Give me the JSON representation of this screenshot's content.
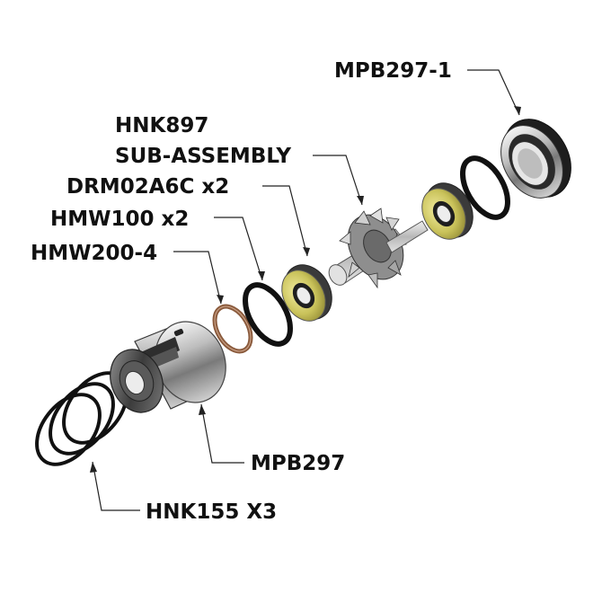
{
  "callouts": {
    "mpb297_1": "MPB297-1",
    "hnk897_line1": "HNK897",
    "hnk897_line2": "SUB-ASSEMBLY",
    "drm02a6c": "DRM02A6C x2",
    "hmw100": "HMW100 x2",
    "hmw200": "HMW200-4",
    "mpb297": "MPB297",
    "hnk155": "HNK155 X3"
  },
  "colors": {
    "oring": "#111111",
    "wave_washer": "#8a5a3c",
    "bearing_shield": "#c9c25a",
    "metal_light": "#d8d8d8",
    "metal_dark": "#3a3a3a"
  }
}
